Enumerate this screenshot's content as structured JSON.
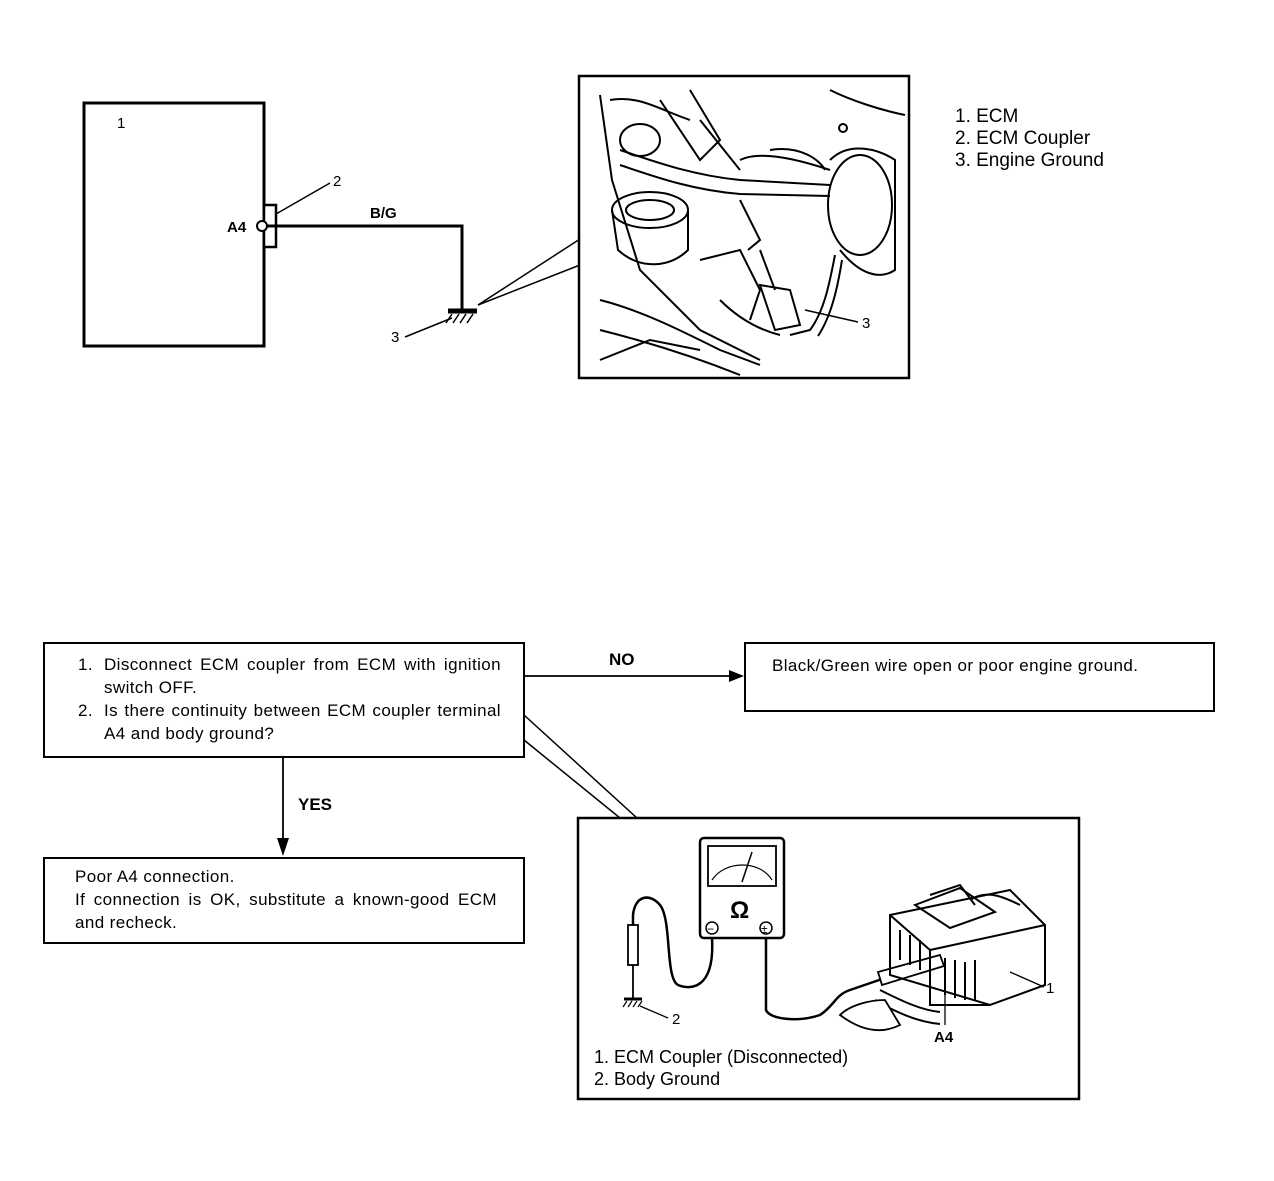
{
  "wiring": {
    "ecm_label": "1",
    "coupler_label": "2",
    "ground_label": "3",
    "terminal": "A4",
    "wire_color": "B/G"
  },
  "photo": {
    "ground_label": "3"
  },
  "legend_top": [
    "1. ECM",
    "2. ECM Coupler",
    "3. Engine Ground"
  ],
  "flow": {
    "step_box": {
      "items": [
        {
          "num": "1.",
          "text": "Disconnect ECM coupler from ECM with ignition switch OFF."
        },
        {
          "num": "2.",
          "text": "Is there continuity between ECM coupler terminal A4 and body ground?"
        }
      ]
    },
    "no_label": "NO",
    "yes_label": "YES",
    "no_result": "Black/Green wire open or poor engine ground.",
    "yes_result_line1": "Poor A4 connection.",
    "yes_result_line2": "If connection is OK, substitute a known-good ECM and recheck."
  },
  "meter_diagram": {
    "ohm_symbol": "Ω",
    "minus": "−",
    "plus": "±",
    "coupler_label": "1",
    "ground_label": "2",
    "terminal": "A4",
    "legend": [
      "1. ECM Coupler (Disconnected)",
      "2. Body Ground"
    ]
  }
}
